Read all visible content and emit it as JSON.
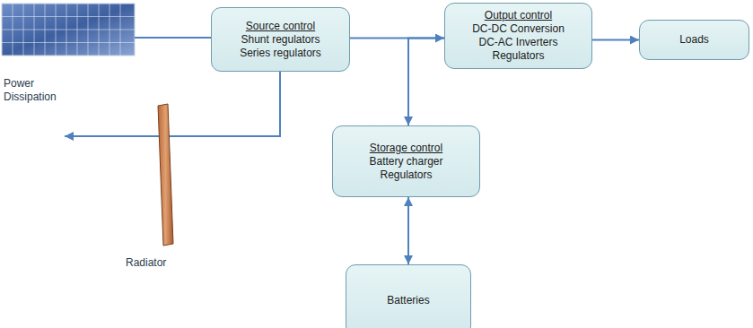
{
  "diagram": {
    "nodes": [
      {
        "text": [
          "Source control",
          "Shunt regulators",
          "Series regulators"
        ]
      },
      {
        "text": [
          "Output control",
          "DC-DC Conversion",
          "DC-AC Inverters",
          "Regulators"
        ]
      },
      {
        "text": [
          "Loads"
        ]
      },
      {
        "text": [
          "Storage control",
          "Battery charger",
          "Regulators"
        ]
      },
      {
        "text": [
          "Batteries"
        ]
      }
    ],
    "edges": [
      {
        "from": 0,
        "to": 1,
        "arrow": "none"
      },
      {
        "from": 1,
        "to": 2,
        "arrow": "to"
      },
      {
        "from": 3,
        "to": 1,
        "arrow": "both"
      },
      {
        "from": 3,
        "to": 4,
        "arrow": "both"
      }
    ],
    "labels": [
      "Power Dissipation",
      "Radiator"
    ]
  }
}
